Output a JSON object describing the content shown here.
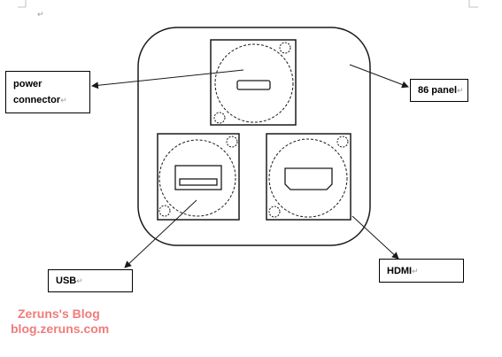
{
  "document": {
    "paragraph_mark": "↵"
  },
  "labels": {
    "power_connector_line1": "power",
    "power_connector_line2": "connector",
    "panel": "86 panel",
    "usb": "USB",
    "hdmi": "HDMI"
  },
  "watermark": {
    "line1": "Zeruns's Blog",
    "line2": "blog.zeruns.com"
  },
  "colors": {
    "stroke": "#1a1a1a",
    "watermark": "#f07c7c",
    "paragraph_mark": "#9a9a9a"
  }
}
